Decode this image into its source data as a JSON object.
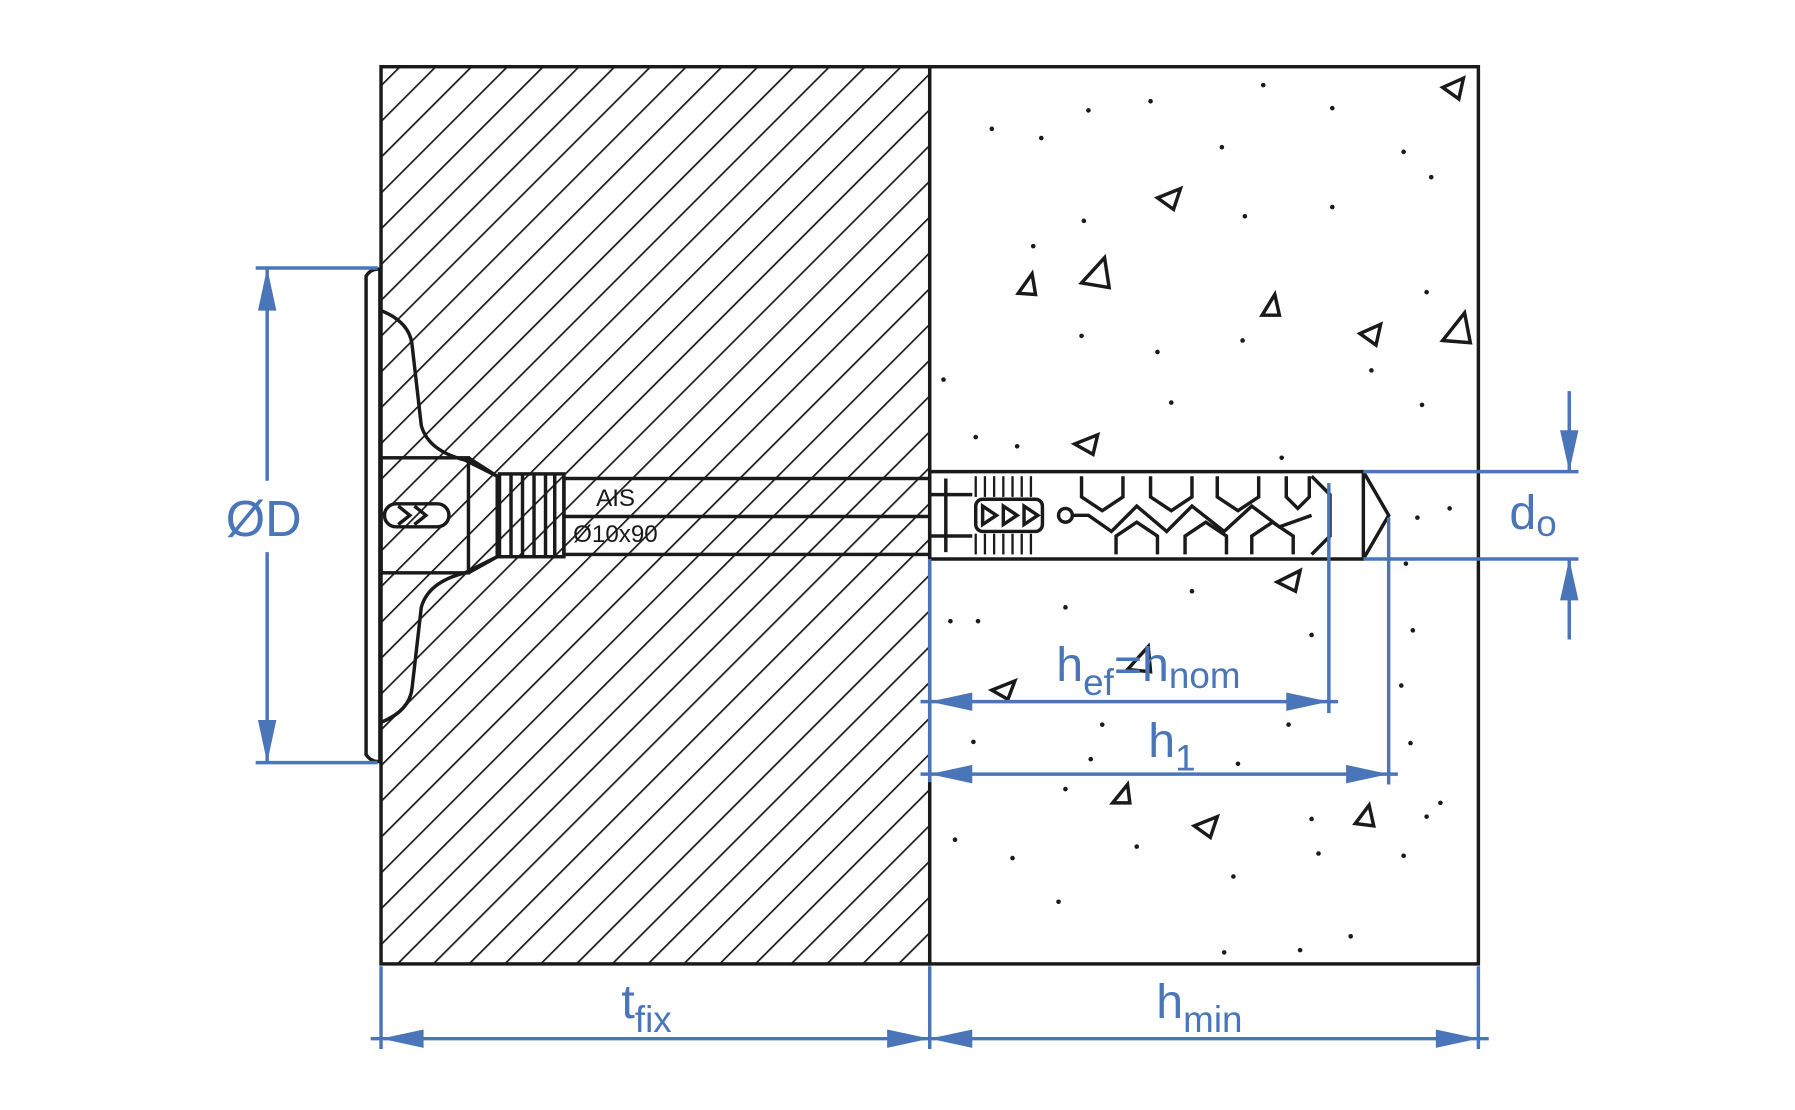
{
  "diagram": {
    "anchor_marking": {
      "brand": "AIS",
      "size": "Ø10x90"
    },
    "dimensions": {
      "plate_diameter": {
        "label": "ØD"
      },
      "fixture_thickness": {
        "main": "t",
        "sub": "fix"
      },
      "min_member_thickness": {
        "main": "h",
        "sub": "min"
      },
      "embedment_depth": {
        "main1": "h",
        "sub1": "ef",
        "eq": "=",
        "main2": "h",
        "sub2": "nom"
      },
      "hole_depth": {
        "main": "h",
        "sub": "1"
      },
      "drill_diameter": {
        "main": "d",
        "sub": "o"
      }
    },
    "colors": {
      "dimension": "#4a76b9",
      "line": "#1a1a1a"
    }
  }
}
